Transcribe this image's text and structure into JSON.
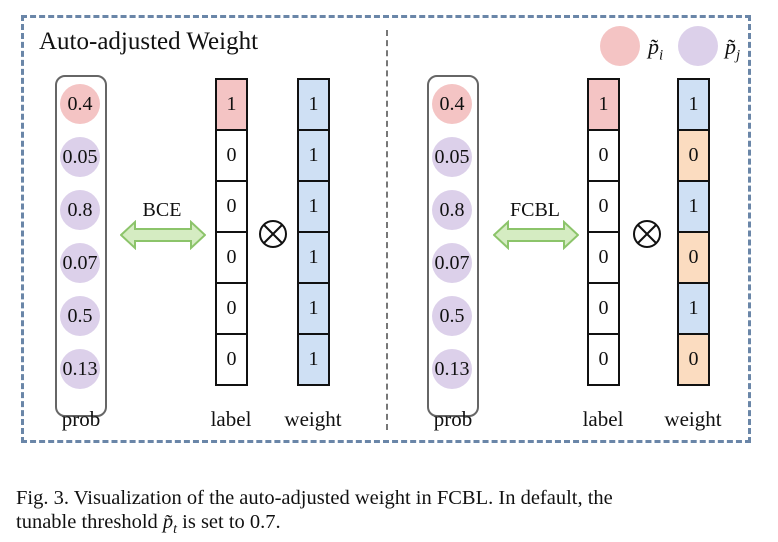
{
  "title": "Auto-adjusted Weight",
  "legend": [
    {
      "symbol": "p̃",
      "sub": "i",
      "color": "#f4c4c4"
    },
    {
      "symbol": "p̃",
      "sub": "j",
      "color": "#dcd0ea"
    }
  ],
  "colors": {
    "pos_prob": "#f4c4c4",
    "neg_prob": "#dcd0ea",
    "label_pos": "#f4c4c4",
    "label_neg": "#ffffff",
    "weight_one": "#cfe0f4",
    "weight_zero": "#fbdcc0",
    "arrow_fill": "#d5ecc2",
    "arrow_stroke": "#8cc46a",
    "frame": "#6a86a8"
  },
  "panels": [
    {
      "arrow_label": "BCE",
      "probs": [
        "0.4",
        "0.05",
        "0.8",
        "0.07",
        "0.5",
        "0.13"
      ],
      "prob_types": [
        "pos",
        "neg",
        "neg",
        "neg",
        "neg",
        "neg"
      ],
      "labels": [
        "1",
        "0",
        "0",
        "0",
        "0",
        "0"
      ],
      "weights": [
        "1",
        "1",
        "1",
        "1",
        "1",
        "1"
      ],
      "prob_caption": "prob",
      "label_caption": "label",
      "weight_caption": "weight",
      "operator": "⊗"
    },
    {
      "arrow_label": "FCBL",
      "probs": [
        "0.4",
        "0.05",
        "0.8",
        "0.07",
        "0.5",
        "0.13"
      ],
      "prob_types": [
        "pos",
        "neg",
        "neg",
        "neg",
        "neg",
        "neg"
      ],
      "labels": [
        "1",
        "0",
        "0",
        "0",
        "0",
        "0"
      ],
      "weights": [
        "1",
        "0",
        "1",
        "0",
        "1",
        "0"
      ],
      "prob_caption": "prob",
      "label_caption": "label",
      "weight_caption": "weight",
      "operator": "⊗"
    }
  ],
  "caption": {
    "line1": "Fig. 3.   Visualization of the auto-adjusted weight in FCBL. In default, the",
    "line2_a": "tunable threshold ",
    "line2_sym": "p̃",
    "line2_sub": "t",
    "line2_b": " is set to 0.7."
  }
}
